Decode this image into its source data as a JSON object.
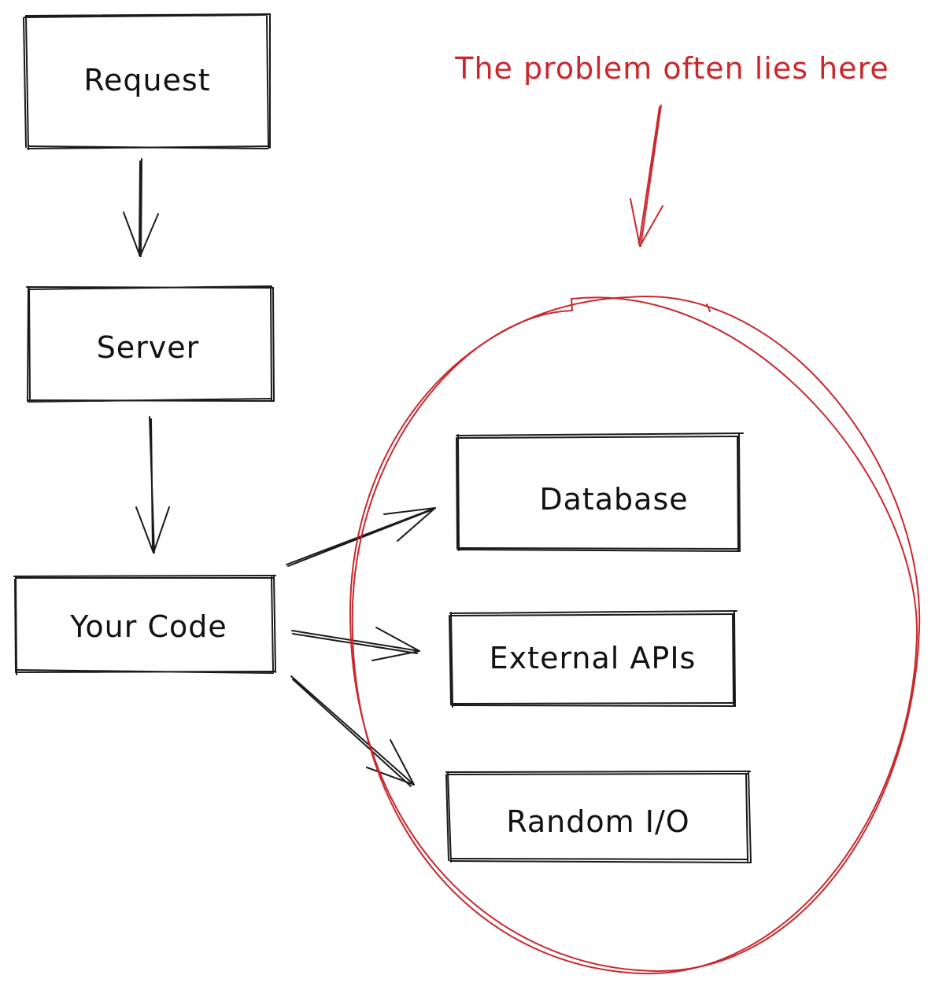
{
  "diagram": {
    "nodes": {
      "request": {
        "label": "Request"
      },
      "server": {
        "label": "Server"
      },
      "your_code": {
        "label": "Your Code"
      },
      "database": {
        "label": "Database"
      },
      "external_apis": {
        "label": "External APIs"
      },
      "random_io": {
        "label": "Random I/O"
      }
    },
    "annotation": {
      "text": "The problem often lies here"
    },
    "colors": {
      "ink": "#1a1a1a",
      "accent": "#c9282d"
    }
  }
}
